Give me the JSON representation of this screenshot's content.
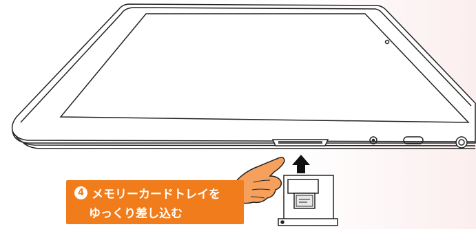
{
  "callout": {
    "step_number": "4",
    "line1": "メモリーカードトレイを",
    "line2": "ゆっくり差し込む"
  },
  "colors": {
    "accent": "#f07c1b",
    "finger_fill": "#f5a15d",
    "outline": "#222222"
  },
  "icons": [
    "tablet-illustration",
    "finger-pointer-icon",
    "up-arrow-icon",
    "card-tray-icon"
  ]
}
